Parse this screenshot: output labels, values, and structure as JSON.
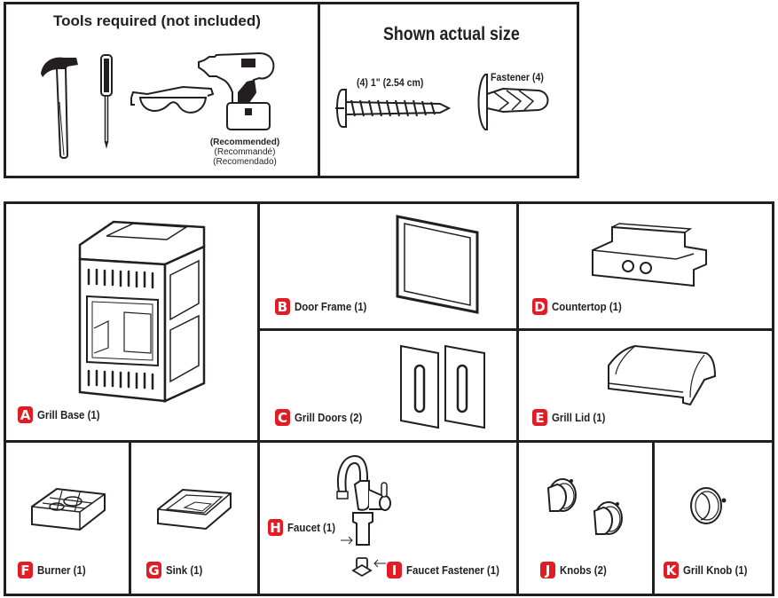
{
  "tools_panel": {
    "title": "Tools required (not included)",
    "tools": [
      {
        "name": "hammer-icon"
      },
      {
        "name": "screwdriver-icon"
      },
      {
        "name": "safety-glasses-icon"
      },
      {
        "name": "power-drill-icon"
      }
    ],
    "drill_note": {
      "en": "(Recommended)",
      "fr": "(Recommandé)",
      "es": "(Recomendado)"
    }
  },
  "actual_size_panel": {
    "title": "Shown actual size",
    "screw_label": "(4)  1\"  (2.54 cm)",
    "fastener_label": "Fastener (4)"
  },
  "badge_color": "#e31b23",
  "parts": [
    {
      "letter": "A",
      "label": "Grill Base (1)"
    },
    {
      "letter": "B",
      "label": "Door Frame (1)"
    },
    {
      "letter": "C",
      "label": "Grill Doors (2)"
    },
    {
      "letter": "D",
      "label": "Countertop (1)"
    },
    {
      "letter": "E",
      "label": "Grill Lid (1)"
    },
    {
      "letter": "F",
      "label": "Burner (1)"
    },
    {
      "letter": "G",
      "label": "Sink (1)"
    },
    {
      "letter": "H",
      "label": "Faucet (1)"
    },
    {
      "letter": "I",
      "label": "Faucet Fastener (1)"
    },
    {
      "letter": "J",
      "label": "Knobs (2)"
    },
    {
      "letter": "K",
      "label": "Grill Knob (1)"
    }
  ]
}
